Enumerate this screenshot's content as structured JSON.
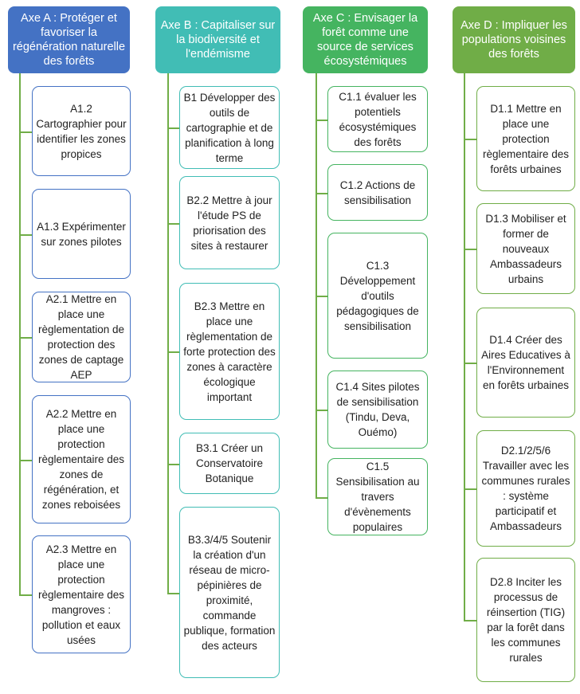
{
  "colors": {
    "A": "#4472C4",
    "B": "#41BDB5",
    "C": "#45B460",
    "D": "#70AD47",
    "connector": "#70AD47"
  },
  "axes": [
    {
      "id": "A",
      "title": "Axe A : Protéger et favoriser la régénération naturelle des forêts",
      "items": [
        "A1.2 Cartographier pour identifier les zones propices",
        "A1.3 Expérimenter sur zones pilotes",
        "A2.1 Mettre en place une règlementation de protection des zones de captage AEP",
        "A2.2 Mettre en place une protection règlementaire des zones de régénération, et zones reboisées",
        "A2.3 Mettre en place une protection règlementaire des mangroves : pollution et eaux usées"
      ]
    },
    {
      "id": "B",
      "title": "Axe B : Capitaliser sur la biodiversité et l'endémisme",
      "items": [
        "B1 Développer des outils de cartographie et de planification à long terme",
        "B2.2 Mettre à jour l'étude PS de priorisation des sites à restaurer",
        "B2.3 Mettre en place une règlementation de forte protection des zones à caractère écologique important",
        "B3.1 Créer un Conservatoire Botanique",
        "B3.3/4/5 Soutenir la création d'un réseau de micro-pépinières de proximité, commande publique, formation des acteurs"
      ]
    },
    {
      "id": "C",
      "title": "Axe C : Envisager la forêt comme une source de services écosystémiques",
      "items": [
        "C1.1 évaluer les potentiels écosystémiques des forêts",
        "C1.2 Actions de sensibilisation",
        "C1.3 Développement d'outils pédagogiques de sensibilisation",
        "C1.4 Sites pilotes de sensibilisation (Tindu, Deva, Ouémo)",
        "C1.5 Sensibilisation au travers d'évènements populaires"
      ]
    },
    {
      "id": "D",
      "title": "Axe D : Impliquer les populations voisines des forêts",
      "items": [
        "D1.1 Mettre en place une protection règlementaire des forêts urbaines",
        "D1.3 Mobiliser et former de nouveaux Ambassadeurs urbains",
        "D1.4 Créer des Aires Educatives à l'Environnement en forêts urbaines",
        "D2.1/2/5/6 Travailler avec les communes rurales : système participatif et Ambassadeurs",
        "D2.8 Inciter les processus de réinsertion (TIG) par la forêt dans les communes rurales"
      ]
    }
  ]
}
